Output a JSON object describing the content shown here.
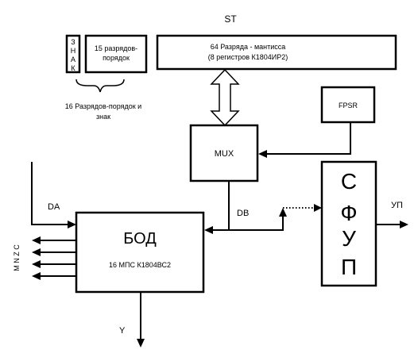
{
  "labels": {
    "st": "ST",
    "znak": [
      "З",
      "Н",
      "А",
      "К"
    ],
    "order_box": [
      "15 разрядов-",
      "порядок"
    ],
    "mantissa_box": [
      "64 Разряда - мантисса",
      "(8 регистров К1804ИР2)"
    ],
    "brace_caption": [
      "16 Разрядов-порядок и",
      "знак"
    ],
    "fpsr": "FPSR",
    "mux": "MUX",
    "sfup": [
      "С",
      "Ф",
      "У",
      "П"
    ],
    "up": "УП",
    "da": "DA",
    "db": "DB",
    "bod": "БОД",
    "bod_sub": "16 МПС К1804ВС2",
    "y": "Y",
    "left_side": "М N Z C"
  }
}
